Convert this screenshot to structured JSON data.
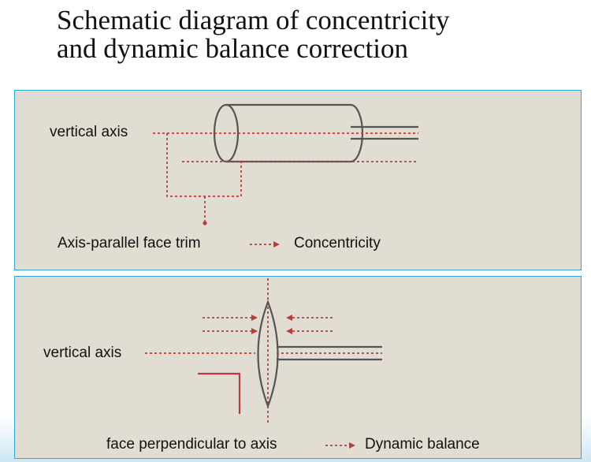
{
  "title": {
    "line1": "Schematic diagram of concentricity",
    "line2": "and dynamic balance correction"
  },
  "panel_concentricity": {
    "axis_label": "vertical axis",
    "operation_label": "Axis-parallel face trim",
    "result_label": "Concentricity"
  },
  "panel_dynamic_balance": {
    "axis_label": "vertical axis",
    "operation_label": "face perpendicular to axis",
    "result_label": "Dynamic balance"
  },
  "colors": {
    "panel_background": "#e1ddd3",
    "panel_border": "#2aa6d8",
    "red_marker": "#c0393b",
    "outline": "#555555"
  }
}
